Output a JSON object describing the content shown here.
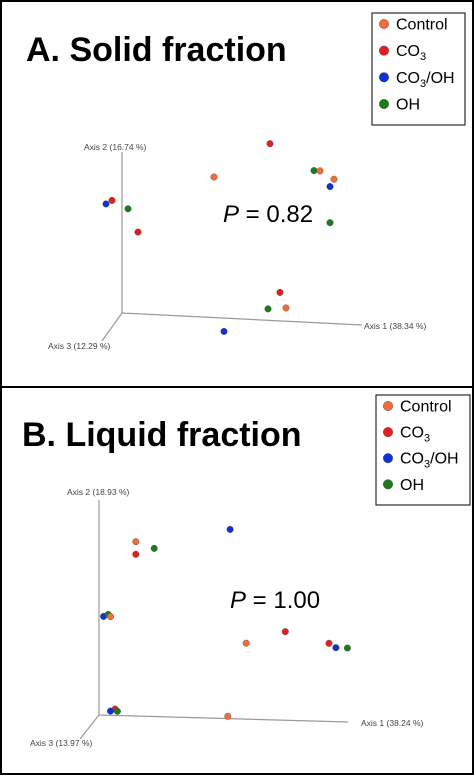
{
  "colors": {
    "Control": "#f26b3a",
    "CO3": "#e02020",
    "CO3/OH": "#1030d8",
    "OH": "#1e7a1e"
  },
  "chart_data": [
    {
      "type": "scatter",
      "panel": "A",
      "title": "A. Solid fraction",
      "annotation": {
        "italic": "P",
        "rest": " = 0.82"
      },
      "axis_labels": [
        "Axis 1 (38.34 %)",
        "Axis 2 (16.74 %)",
        "Axis 3 (12.29 %)"
      ],
      "legend": [
        {
          "label": "Control",
          "sub": "",
          "after": ""
        },
        {
          "label": "CO",
          "sub": "3",
          "after": ""
        },
        {
          "label": "CO",
          "sub": "3",
          "after": "/OH"
        },
        {
          "label": "OH",
          "sub": "",
          "after": ""
        }
      ],
      "points": [
        {
          "group": "CO3",
          "a1": 0.74,
          "a2": 0.93,
          "a3": 0.0
        },
        {
          "group": "Control",
          "a1": 0.46,
          "a2": 0.74,
          "a3": 0.0
        },
        {
          "group": "OH",
          "a1": 0.96,
          "a2": 0.8,
          "a3": 0.0
        },
        {
          "group": "Control",
          "a1": 0.99,
          "a2": 0.8,
          "a3": 0.0
        },
        {
          "group": "Control",
          "a1": 1.06,
          "a2": 0.76,
          "a3": 0.0
        },
        {
          "group": "CO3/OH",
          "a1": 1.04,
          "a2": 0.72,
          "a3": 0.0
        },
        {
          "group": "OH",
          "a1": 1.04,
          "a2": 0.53,
          "a3": 0.0
        },
        {
          "group": "CO3/OH",
          "a1": -0.08,
          "a2": 0.57,
          "a3": 0.0
        },
        {
          "group": "CO3",
          "a1": -0.05,
          "a2": 0.59,
          "a3": 0.0
        },
        {
          "group": "OH",
          "a1": 0.03,
          "a2": 0.55,
          "a3": 0.0
        },
        {
          "group": "CO3",
          "a1": 0.08,
          "a2": 0.43,
          "a3": 0.0
        },
        {
          "group": "CO3",
          "a1": 0.79,
          "a2": 0.15,
          "a3": 0.0
        },
        {
          "group": "OH",
          "a1": 0.73,
          "a2": 0.06,
          "a3": 0.0
        },
        {
          "group": "Control",
          "a1": 0.82,
          "a2": 0.07,
          "a3": 0.0
        },
        {
          "group": "CO3/OH",
          "a1": 0.51,
          "a2": -0.07,
          "a3": 0.0
        }
      ]
    },
    {
      "type": "scatter",
      "panel": "B",
      "title": "B. Liquid fraction",
      "annotation": {
        "italic": "P",
        "rest": " = 1.00"
      },
      "axis_labels": [
        "Axis 1 (38.24 %)",
        "Axis 2 (18.93 %)",
        "Axis 3 (13.97 %)"
      ],
      "legend": [
        {
          "label": "Control",
          "sub": "",
          "after": ""
        },
        {
          "label": "CO",
          "sub": "3",
          "after": ""
        },
        {
          "label": "CO",
          "sub": "3",
          "after": "/OH"
        },
        {
          "label": "OH",
          "sub": "",
          "after": ""
        }
      ],
      "points": [
        {
          "group": "CO3/OH",
          "a1": 0.57,
          "a2": 0.9,
          "a3": 0.0
        },
        {
          "group": "Control",
          "a1": 0.16,
          "a2": 0.83,
          "a3": 0.0
        },
        {
          "group": "OH",
          "a1": 0.24,
          "a2": 0.8,
          "a3": 0.0
        },
        {
          "group": "CO3",
          "a1": 0.16,
          "a2": 0.77,
          "a3": 0.0
        },
        {
          "group": "CO3/OH",
          "a1": 0.02,
          "a2": 0.47,
          "a3": 0.0
        },
        {
          "group": "OH",
          "a1": 0.04,
          "a2": 0.48,
          "a3": 0.0
        },
        {
          "group": "Control",
          "a1": 0.05,
          "a2": 0.47,
          "a3": 0.0
        },
        {
          "group": "CO3",
          "a1": 0.81,
          "a2": 0.42,
          "a3": 0.0
        },
        {
          "group": "Control",
          "a1": 0.64,
          "a2": 0.36,
          "a3": 0.0
        },
        {
          "group": "CO3",
          "a1": 1.0,
          "a2": 0.37,
          "a3": 0.0
        },
        {
          "group": "CO3/OH",
          "a1": 1.03,
          "a2": 0.35,
          "a3": 0.0
        },
        {
          "group": "OH",
          "a1": 1.08,
          "a2": 0.35,
          "a3": 0.0
        },
        {
          "group": "CO3",
          "a1": 0.07,
          "a2": 0.03,
          "a3": 0.0
        },
        {
          "group": "CO3/OH",
          "a1": 0.05,
          "a2": 0.02,
          "a3": 0.0
        },
        {
          "group": "OH",
          "a1": 0.08,
          "a2": 0.02,
          "a3": 0.0
        },
        {
          "group": "Control",
          "a1": 0.56,
          "a2": 0.01,
          "a3": 0.0
        }
      ]
    }
  ]
}
